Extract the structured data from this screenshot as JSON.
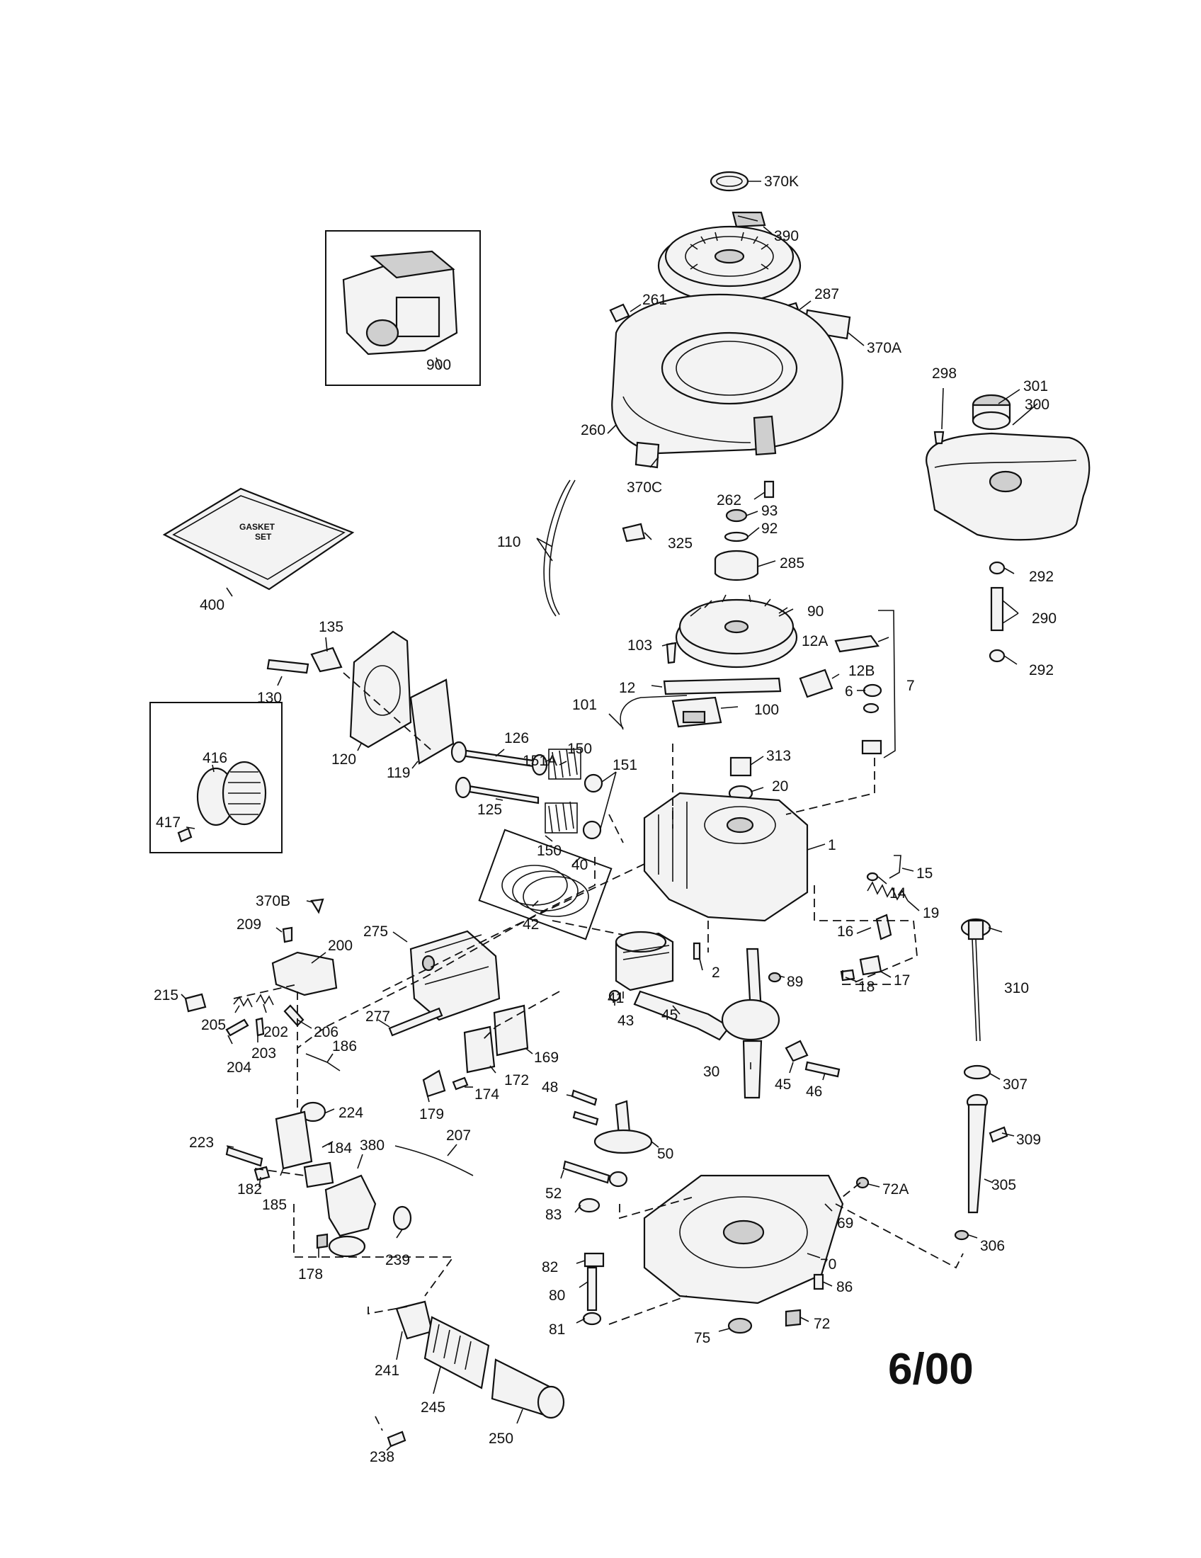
{
  "labels": {
    "p370K": "370K",
    "p390": "390",
    "p261": "261",
    "p287": "287",
    "p370A": "370A",
    "p900": "900",
    "p298": "298",
    "p301": "301",
    "p300": "300",
    "p260": "260",
    "p370C": "370C",
    "p262": "262",
    "p93": "93",
    "p92": "92",
    "p325": "325",
    "p110": "110",
    "p285": "285",
    "p292a": "292",
    "p400": "400",
    "p90": "90",
    "p290": "290",
    "p135": "135",
    "p103": "103",
    "p12A": "12A",
    "p12": "12",
    "p12B": "12B",
    "p7": "7",
    "p292b": "292",
    "p130": "130",
    "p6": "6",
    "p101": "101",
    "p100": "100",
    "p126": "126",
    "p151A": "151A",
    "p150a": "150",
    "p120": "120",
    "p119": "119",
    "p416": "416",
    "p313": "313",
    "p20": "20",
    "p125": "125",
    "p151": "151",
    "p417": "417",
    "p150b": "150",
    "p1": "1",
    "p40": "40",
    "p15": "15",
    "p370B": "370B",
    "p14": "14",
    "p42": "42",
    "p19": "19",
    "p209": "209",
    "p200": "200",
    "p275": "275",
    "p16": "16",
    "p2": "2",
    "p17": "17",
    "p89": "89",
    "p18": "18",
    "p310": "310",
    "p215": "215",
    "p277": "277",
    "p41": "41",
    "p45a": "45",
    "p205": "205",
    "p202": "202",
    "p206": "206",
    "p43": "43",
    "p186": "186",
    "p203": "203",
    "p204": "204",
    "p169": "169",
    "p30": "30",
    "p45b": "45",
    "p46": "46",
    "p172": "172",
    "p174": "174",
    "p48": "48",
    "p307": "307",
    "p179": "179",
    "p224": "224",
    "p223": "223",
    "p184": "184",
    "p380": "380",
    "p207": "207",
    "p309": "309",
    "p50": "50",
    "p182": "182",
    "p185": "185",
    "p72A": "72A",
    "p52": "52",
    "p305": "305",
    "p69": "69",
    "p83": "83",
    "p239": "239",
    "p178": "178",
    "p306": "306",
    "p82": "82",
    "p70": "70",
    "p86": "86",
    "p80": "80",
    "p81": "81",
    "p75": "75",
    "p72": "72",
    "p241": "241",
    "p245": "245",
    "p238": "238",
    "p250": "250"
  },
  "inset_texts": {
    "gasket_line1": "GASKET",
    "gasket_line2": "SET"
  },
  "revision_date": "6/00"
}
